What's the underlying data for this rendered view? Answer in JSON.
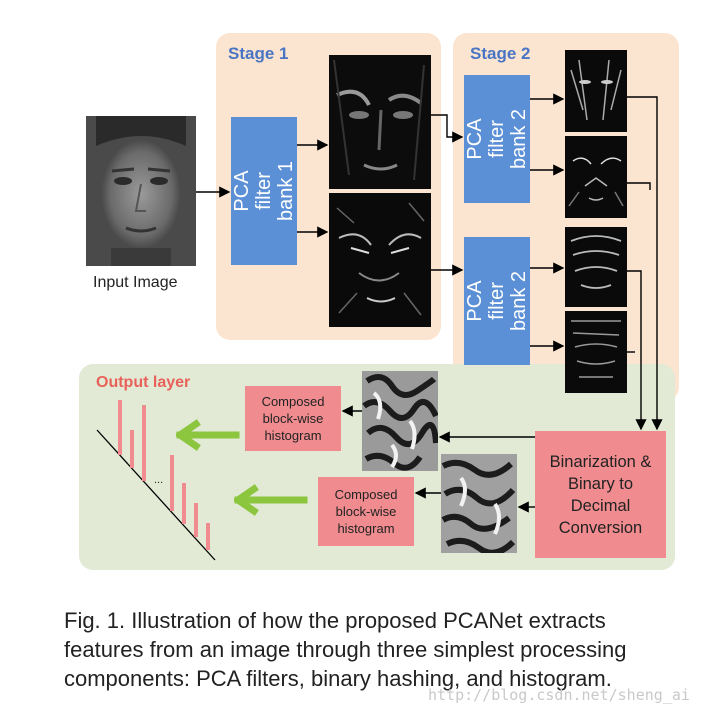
{
  "stage1": {
    "title": "Stage 1",
    "filter_label": "PCA filter\nbank 1"
  },
  "stage2": {
    "title": "Stage 2",
    "filter_label_top": "PCA filter\nbank 2",
    "filter_label_bottom": "PCA filter\nbank 2"
  },
  "input": {
    "label": "Input Image"
  },
  "output": {
    "title": "Output layer",
    "histogram_top": "Composed\nblock-wise\nhistogram",
    "histogram_bottom": "Composed\nblock-wise\nhistogram",
    "ellipsis": "..."
  },
  "binarization": {
    "label": "Binarization &\nBinary to\nDecimal\nConversion"
  },
  "caption": "Fig. 1. Illustration of how the proposed PCANet extracts\nfeatures from an image through three simplest processing\ncomponents: PCA filters, binary hashing, and histogram.",
  "watermark": "http://blog.csdn.net/sheng_ai",
  "colors": {
    "peach": "#fbe5d0",
    "green": "#e2ead5",
    "blue": "#5b8fd6",
    "pink": "#f08c8f",
    "arrow_green": "#8cc63f",
    "stage_title": "#4a75c4",
    "output_title": "#e8615a"
  }
}
